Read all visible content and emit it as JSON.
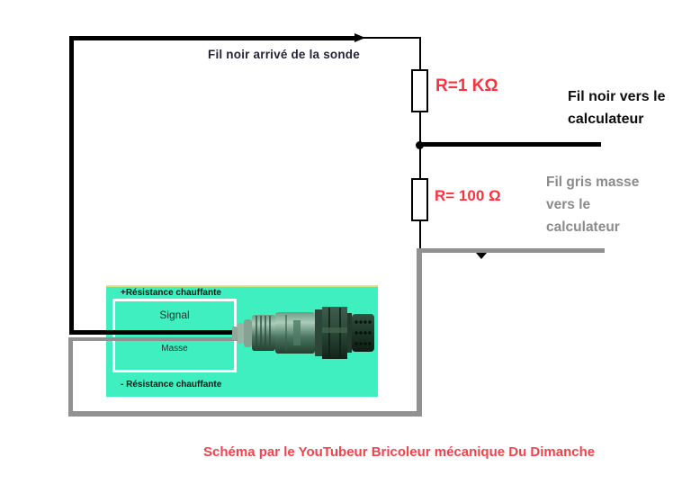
{
  "diagram": {
    "top_label": "Fil noir arrivé de la sonde",
    "resistor_1_label": "R=1 KΩ",
    "black_to_ecu_label": "Fil noir vers le calculateur",
    "resistor_2_label": "R= 100 Ω",
    "gray_to_ecu_label": "Fil gris masse vers le calculateur",
    "caption": "Schéma par le YouTubeur Bricoleur mécanique Du Dimanche",
    "sensor_panel": {
      "heater_plus_label": "+Résistance chauffante",
      "signal_label": "Signal",
      "ground_label": "Masse",
      "heater_minus_label": "- Résistance chauffante"
    },
    "colors": {
      "wire_black": "#000000",
      "wire_gray": "#919191",
      "resistor_value_red": "#fb323e",
      "caption_red": "#f2424a",
      "ecu_gray_text": "#8b8b8b",
      "sensor_panel_green": "#3fefc0"
    }
  }
}
